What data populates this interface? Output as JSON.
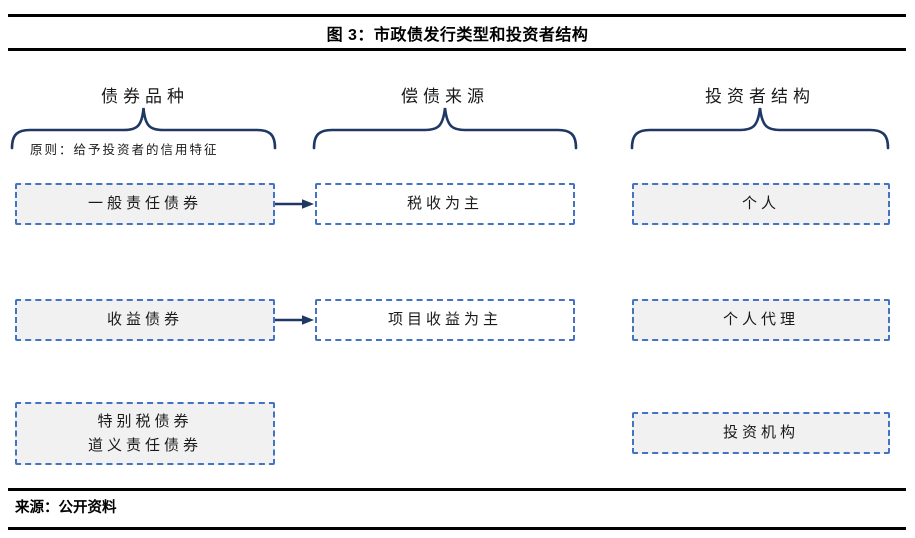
{
  "title": "图 3：市政债发行类型和投资者结构",
  "source": "来源：公开资料",
  "columns": [
    {
      "header": "债券品种",
      "note": "原则：给予投资者的信用特征"
    },
    {
      "header": "偿债来源"
    },
    {
      "header": "投资者结构"
    }
  ],
  "boxes": {
    "bond_general": "一般责任债券",
    "bond_revenue": "收益债券",
    "bond_special_line1": "特别税债券",
    "bond_special_line2": "道义责任债券",
    "repay_tax": "税收为主",
    "repay_project": "项目收益为主",
    "investor_individual": "个人",
    "investor_agent": "个人代理",
    "investor_institution": "投资机构"
  },
  "colors": {
    "dashed_border": "#4472C4",
    "brace_navy": "#1F3864",
    "box_fill_gray": "#F1F1F1",
    "box_fill_white": "#FFFFFF",
    "rule_black": "#000000"
  }
}
